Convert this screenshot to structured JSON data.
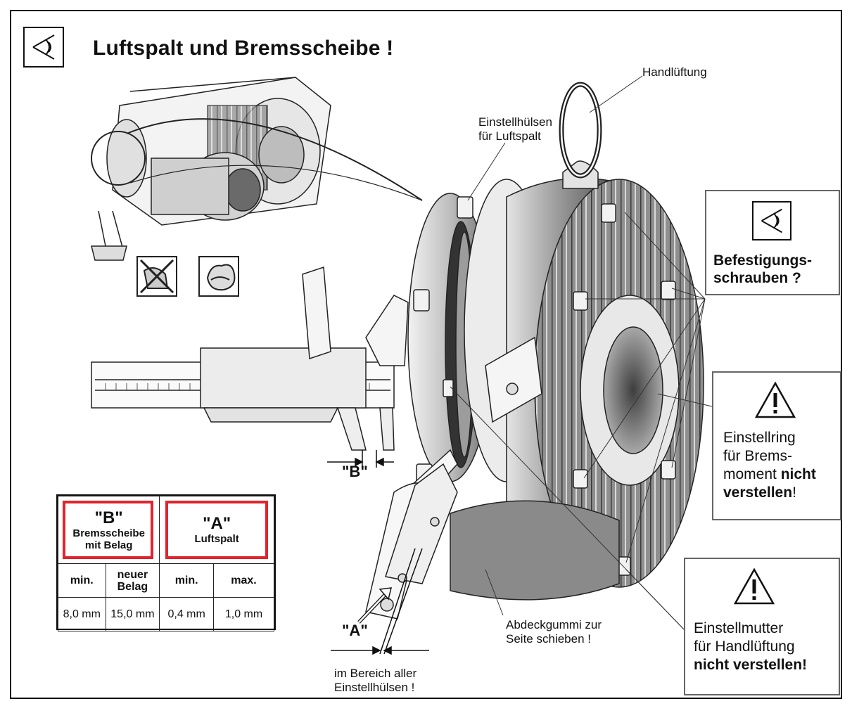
{
  "title": "Luftspalt und Bremsscheibe !",
  "labels": {
    "handlueftung": "Handlüftung",
    "einstellhuelsen_1": "Einstellhülsen",
    "einstellhuelsen_2": "für Luftspalt",
    "abdeck_1": "Abdeckgummi zur",
    "abdeck_2": "Seite schieben !",
    "bereich_1": "im Bereich aller",
    "bereich_2": "Einstellhülsen !",
    "dim_b": "\"B\"",
    "dim_a": "\"A\""
  },
  "panels": {
    "befestigung_1": "Befestigungs-",
    "befestigung_2": "schrauben ?",
    "ring_1": "Einstellring",
    "ring_2": "für Brems-",
    "ring_3": "moment",
    "ring_4": "nicht",
    "ring_5": "verstellen",
    "ring_6": "!",
    "mutter_1": "Einstellmutter",
    "mutter_2": "für Handlüftung",
    "mutter_3": "nicht verstellen!"
  },
  "table": {
    "b_head": "\"B\"",
    "b_sub_1": "Bremsscheibe",
    "b_sub_2": "mit Belag",
    "a_head": "\"A\"",
    "a_sub": "Luftspalt",
    "cols": [
      "min.",
      "neuer Belag",
      "min.",
      "max."
    ],
    "values": [
      "8,0 mm",
      "15,0 mm",
      "0,4 mm",
      "1,0 mm"
    ]
  },
  "colors": {
    "highlight": "#e0242e",
    "ink": "#111111",
    "metal_dark": "#5a5a5a",
    "metal_mid": "#9a9a9a",
    "metal_light": "#d8d8d8"
  },
  "icons": [
    "eye-inspection-icon",
    "no-oil-icon",
    "cleaning-cloth-icon",
    "warning-triangle-icon"
  ]
}
